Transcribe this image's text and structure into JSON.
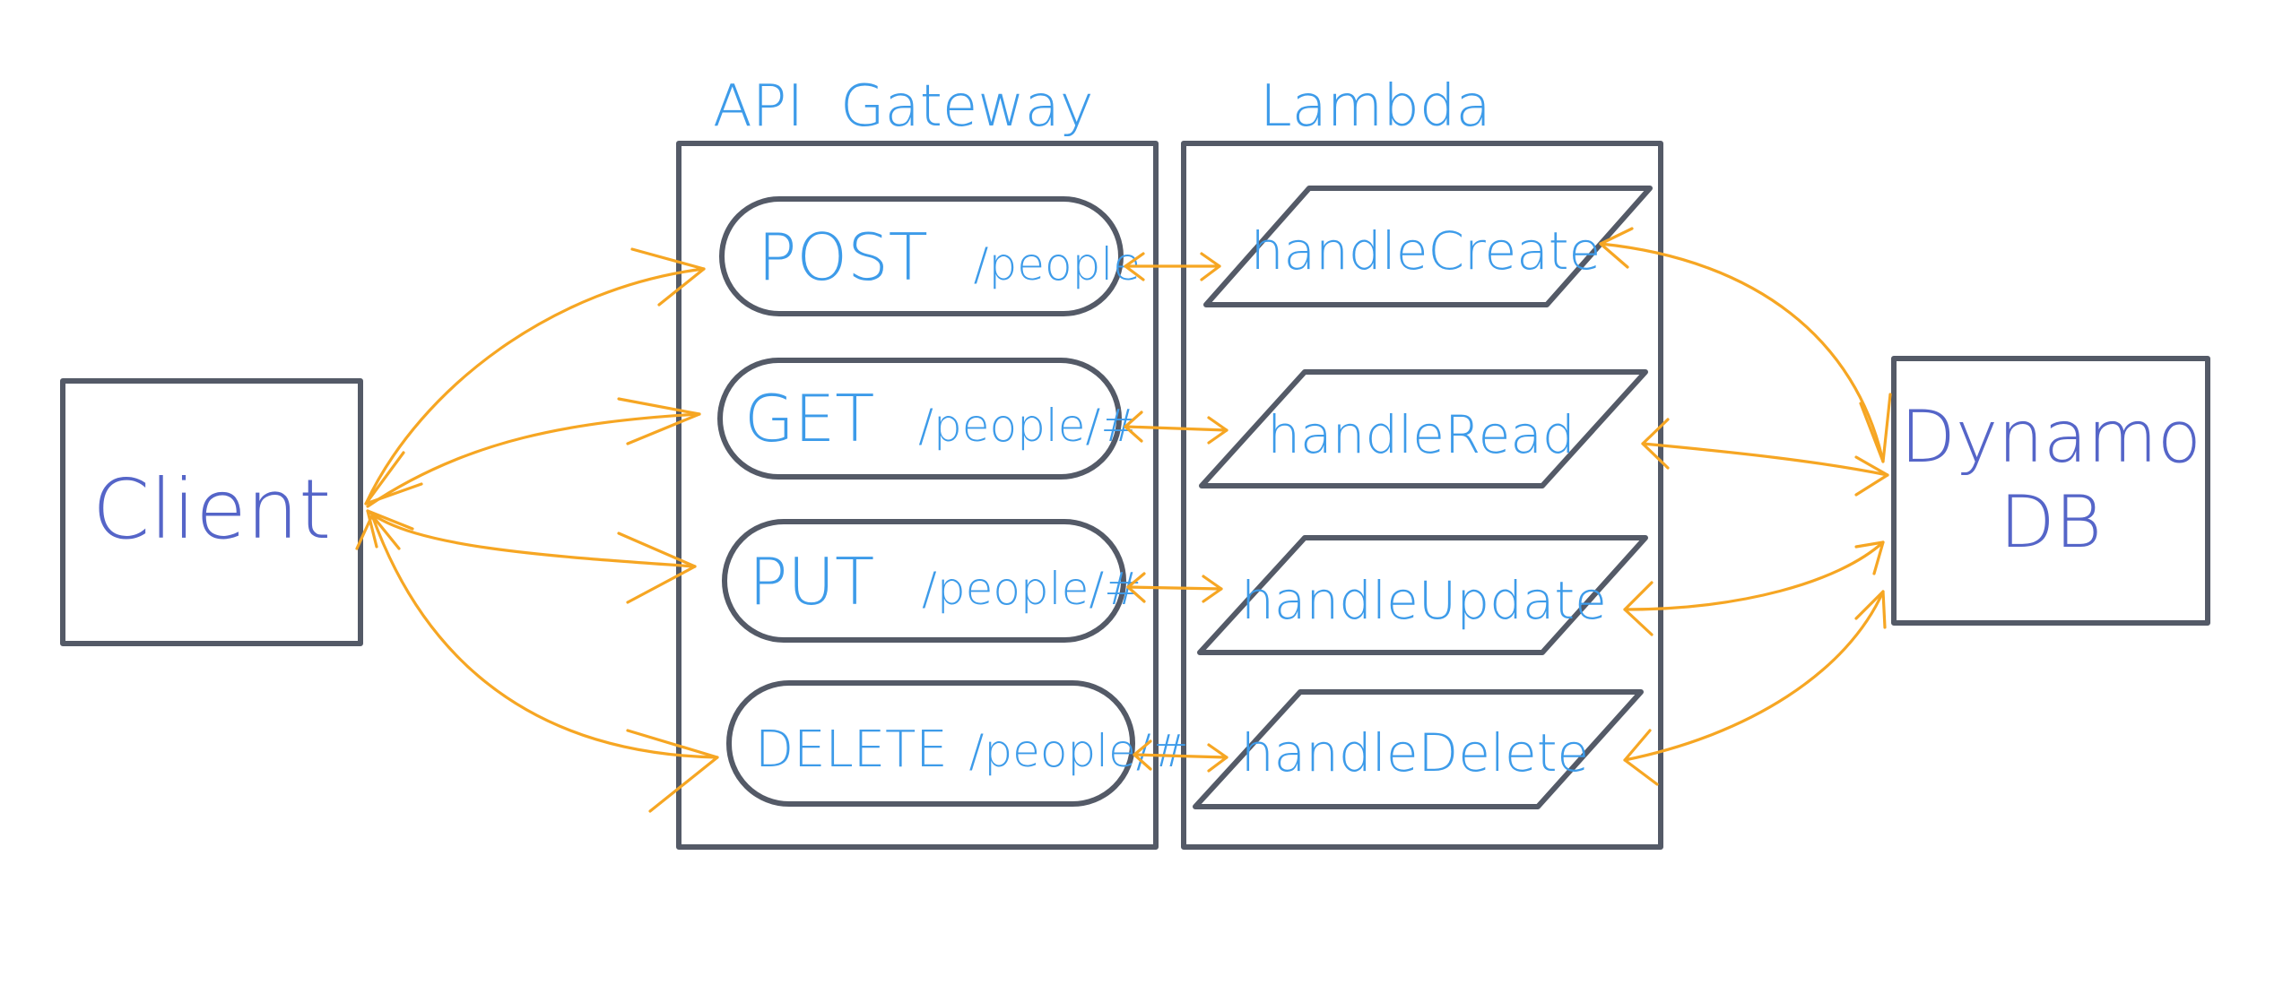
{
  "colors": {
    "box_stroke": "#545a67",
    "text_blue": "#3d9be9",
    "text_indigo": "#5565c8",
    "arrow": "#f6a623",
    "background": "#ffffff"
  },
  "diagram": {
    "client": {
      "label": "Client"
    },
    "api_gateway": {
      "title": "API  Gateway",
      "routes": [
        {
          "method": "POST",
          "path": "/people"
        },
        {
          "method": "GET",
          "path": "/people/#"
        },
        {
          "method": "PUT",
          "path": "/people/#"
        },
        {
          "method": "DELETE",
          "path": "/people/#"
        }
      ]
    },
    "lambda": {
      "title": "Lambda",
      "handlers": [
        {
          "label": "handleCreate"
        },
        {
          "label": "handleRead"
        },
        {
          "label": "handleUpdate"
        },
        {
          "label": "handleDelete"
        }
      ]
    },
    "dynamo": {
      "line1": "Dynamo",
      "line2": "DB"
    }
  }
}
